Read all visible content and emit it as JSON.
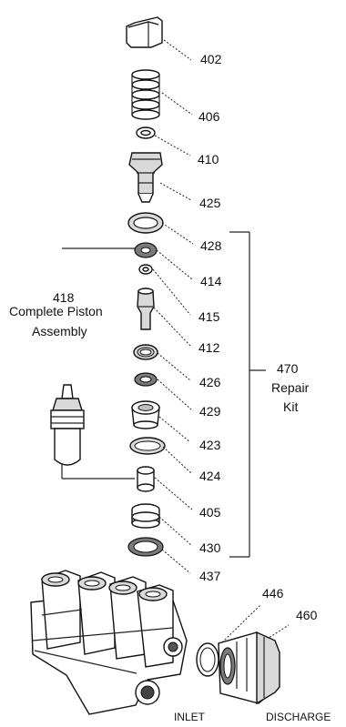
{
  "labels": {
    "l402": "402",
    "l406": "406",
    "l410": "410",
    "l425": "425",
    "l428": "428",
    "l414": "414",
    "l415": "415",
    "l412": "412",
    "l426": "426",
    "l429": "429",
    "l423": "423",
    "l424": "424",
    "l405": "405",
    "l430": "430",
    "l437": "437",
    "l446": "446",
    "l460": "460",
    "piston_num": "418",
    "piston_line1": "Complete Piston",
    "piston_line2": "Assembly",
    "kit_num": "470",
    "kit_line1": "Repair",
    "kit_line2": "Kit",
    "inlet": "INLET",
    "discharge": "DISCHARGE"
  }
}
